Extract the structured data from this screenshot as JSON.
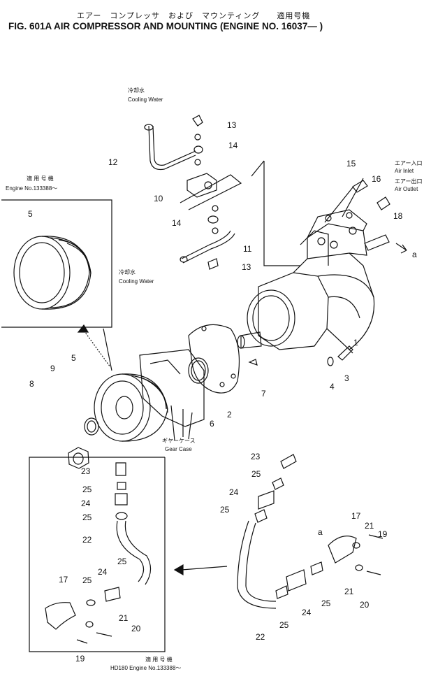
{
  "title": {
    "japanese": "エアー　コンプレッサ　および　マウンティング　　適用号機",
    "english": "FIG. 601A  AIR COMPRESSOR AND MOUNTING (ENGINE NO. 16037— )"
  },
  "labels": {
    "cooling_water_top_jp": "冷却水",
    "cooling_water_top_en": "Cooling Water",
    "cooling_water_mid_jp": "冷却水",
    "cooling_water_mid_en": "Cooling Water",
    "air_inlet_jp": "エアー入口",
    "air_inlet_en": "Air Inlet",
    "air_outlet_jp": "エアー出口",
    "air_outlet_en": "Air Outlet",
    "gear_case_jp": "ギヤーケース",
    "gear_case_en": "Gear Case",
    "inset_top_applicable_jp": "適 用 号 機",
    "inset_top_engine": "Engine No.133388〜",
    "inset_bottom_applicable_jp": "適 用 号 機",
    "inset_bottom_engine": "HD180  Engine No.133388〜",
    "ref_a_1": "a",
    "ref_a_2": "a"
  },
  "part_numbers": {
    "p1": "1",
    "p2": "2",
    "p3": "3",
    "p4": "4",
    "p5a": "5",
    "p5b": "5",
    "p6": "6",
    "p7": "7",
    "p8": "8",
    "p9": "9",
    "p10": "10",
    "p11": "11",
    "p12": "12",
    "p13a": "13",
    "p13b": "13",
    "p14a": "14",
    "p14b": "14",
    "p15": "15",
    "p16": "16",
    "p17a": "17",
    "p17b": "17",
    "p18": "18",
    "p19a": "19",
    "p19b": "19",
    "p20a": "20",
    "p20b": "20",
    "p21a": "21",
    "p21b": "21",
    "p21c": "21",
    "p22a": "22",
    "p22b": "22",
    "p23a": "23",
    "p23b": "23",
    "p24a": "24",
    "p24b": "24",
    "p24c": "24",
    "p24d": "24",
    "p25a": "25",
    "p25b": "25",
    "p25c": "25",
    "p25d": "25",
    "p25e": "25",
    "p25f": "25",
    "p25g": "25",
    "p25h": "25"
  }
}
